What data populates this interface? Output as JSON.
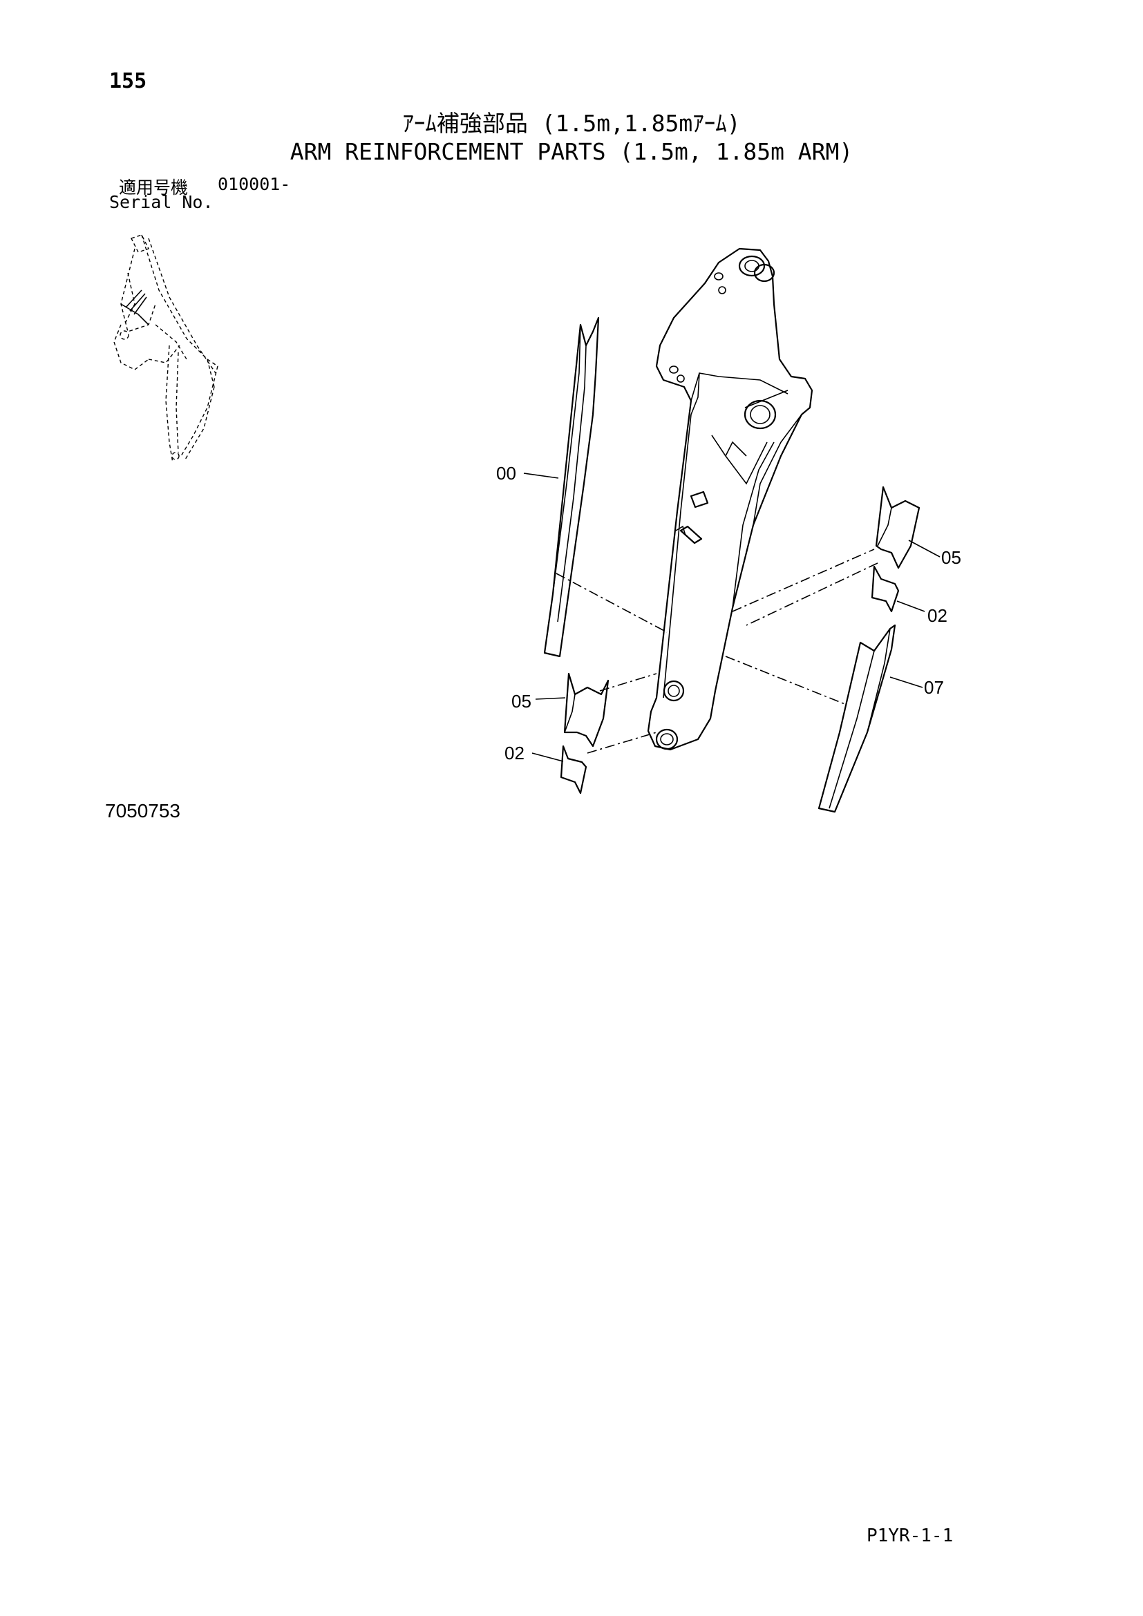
{
  "header": {
    "page_number": "155",
    "title_jp": "ｱｰﾑ補強部品 (1.5m,1.85mｱｰﾑ)",
    "title_en": "ARM REINFORCEMENT PARTS (1.5m, 1.85m ARM)",
    "serial_label_jp": "適用号機",
    "serial_value": "010001-",
    "serial_label_en": "Serial No."
  },
  "callouts": [
    {
      "label": "00"
    },
    {
      "label": "05"
    },
    {
      "label": "02"
    },
    {
      "label": "07"
    },
    {
      "label": "05"
    },
    {
      "label": "02"
    }
  ],
  "footer": {
    "drawing_number": "7050753",
    "page_code": "P1YR-1-1"
  },
  "icons": {
    "locator": "excavator-locator-icon"
  }
}
